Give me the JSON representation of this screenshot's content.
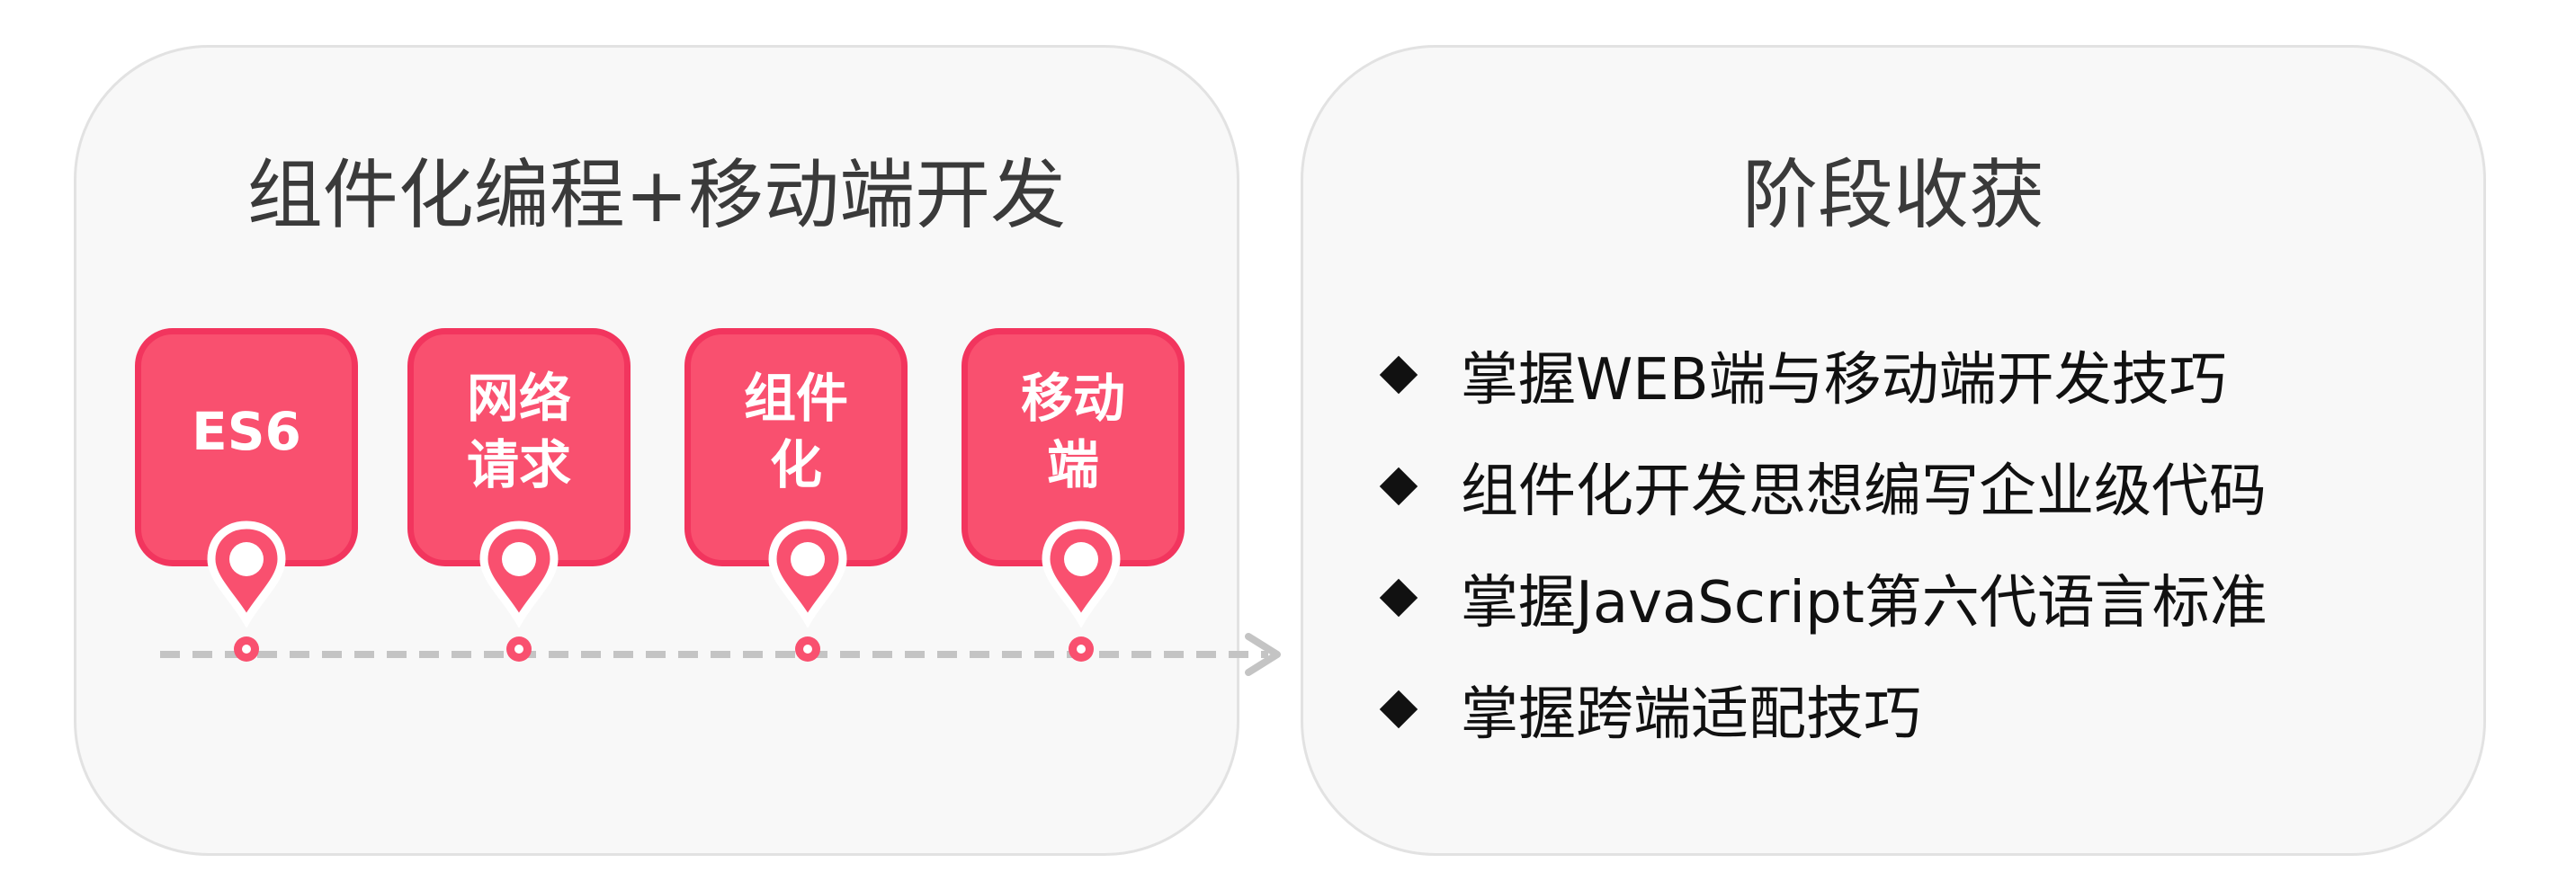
{
  "left_panel": {
    "title": "组件化编程+移动端开发",
    "stages": [
      {
        "label": "ES6"
      },
      {
        "label": "网络请求"
      },
      {
        "label": "组件化"
      },
      {
        "label": "移动端"
      }
    ]
  },
  "right_panel": {
    "title": "阶段收获",
    "items": [
      "掌握WEB端与移动端开发技巧",
      "组件化开发思想编写企业级代码",
      "掌握JavaScript第六代语言标准",
      "掌握跨端适配技巧"
    ]
  },
  "colors": {
    "card_fill": "#f9506f",
    "card_border": "#f2355e",
    "timeline_dash": "#c4c4c4",
    "panel_bg": "#f8f8f8"
  }
}
